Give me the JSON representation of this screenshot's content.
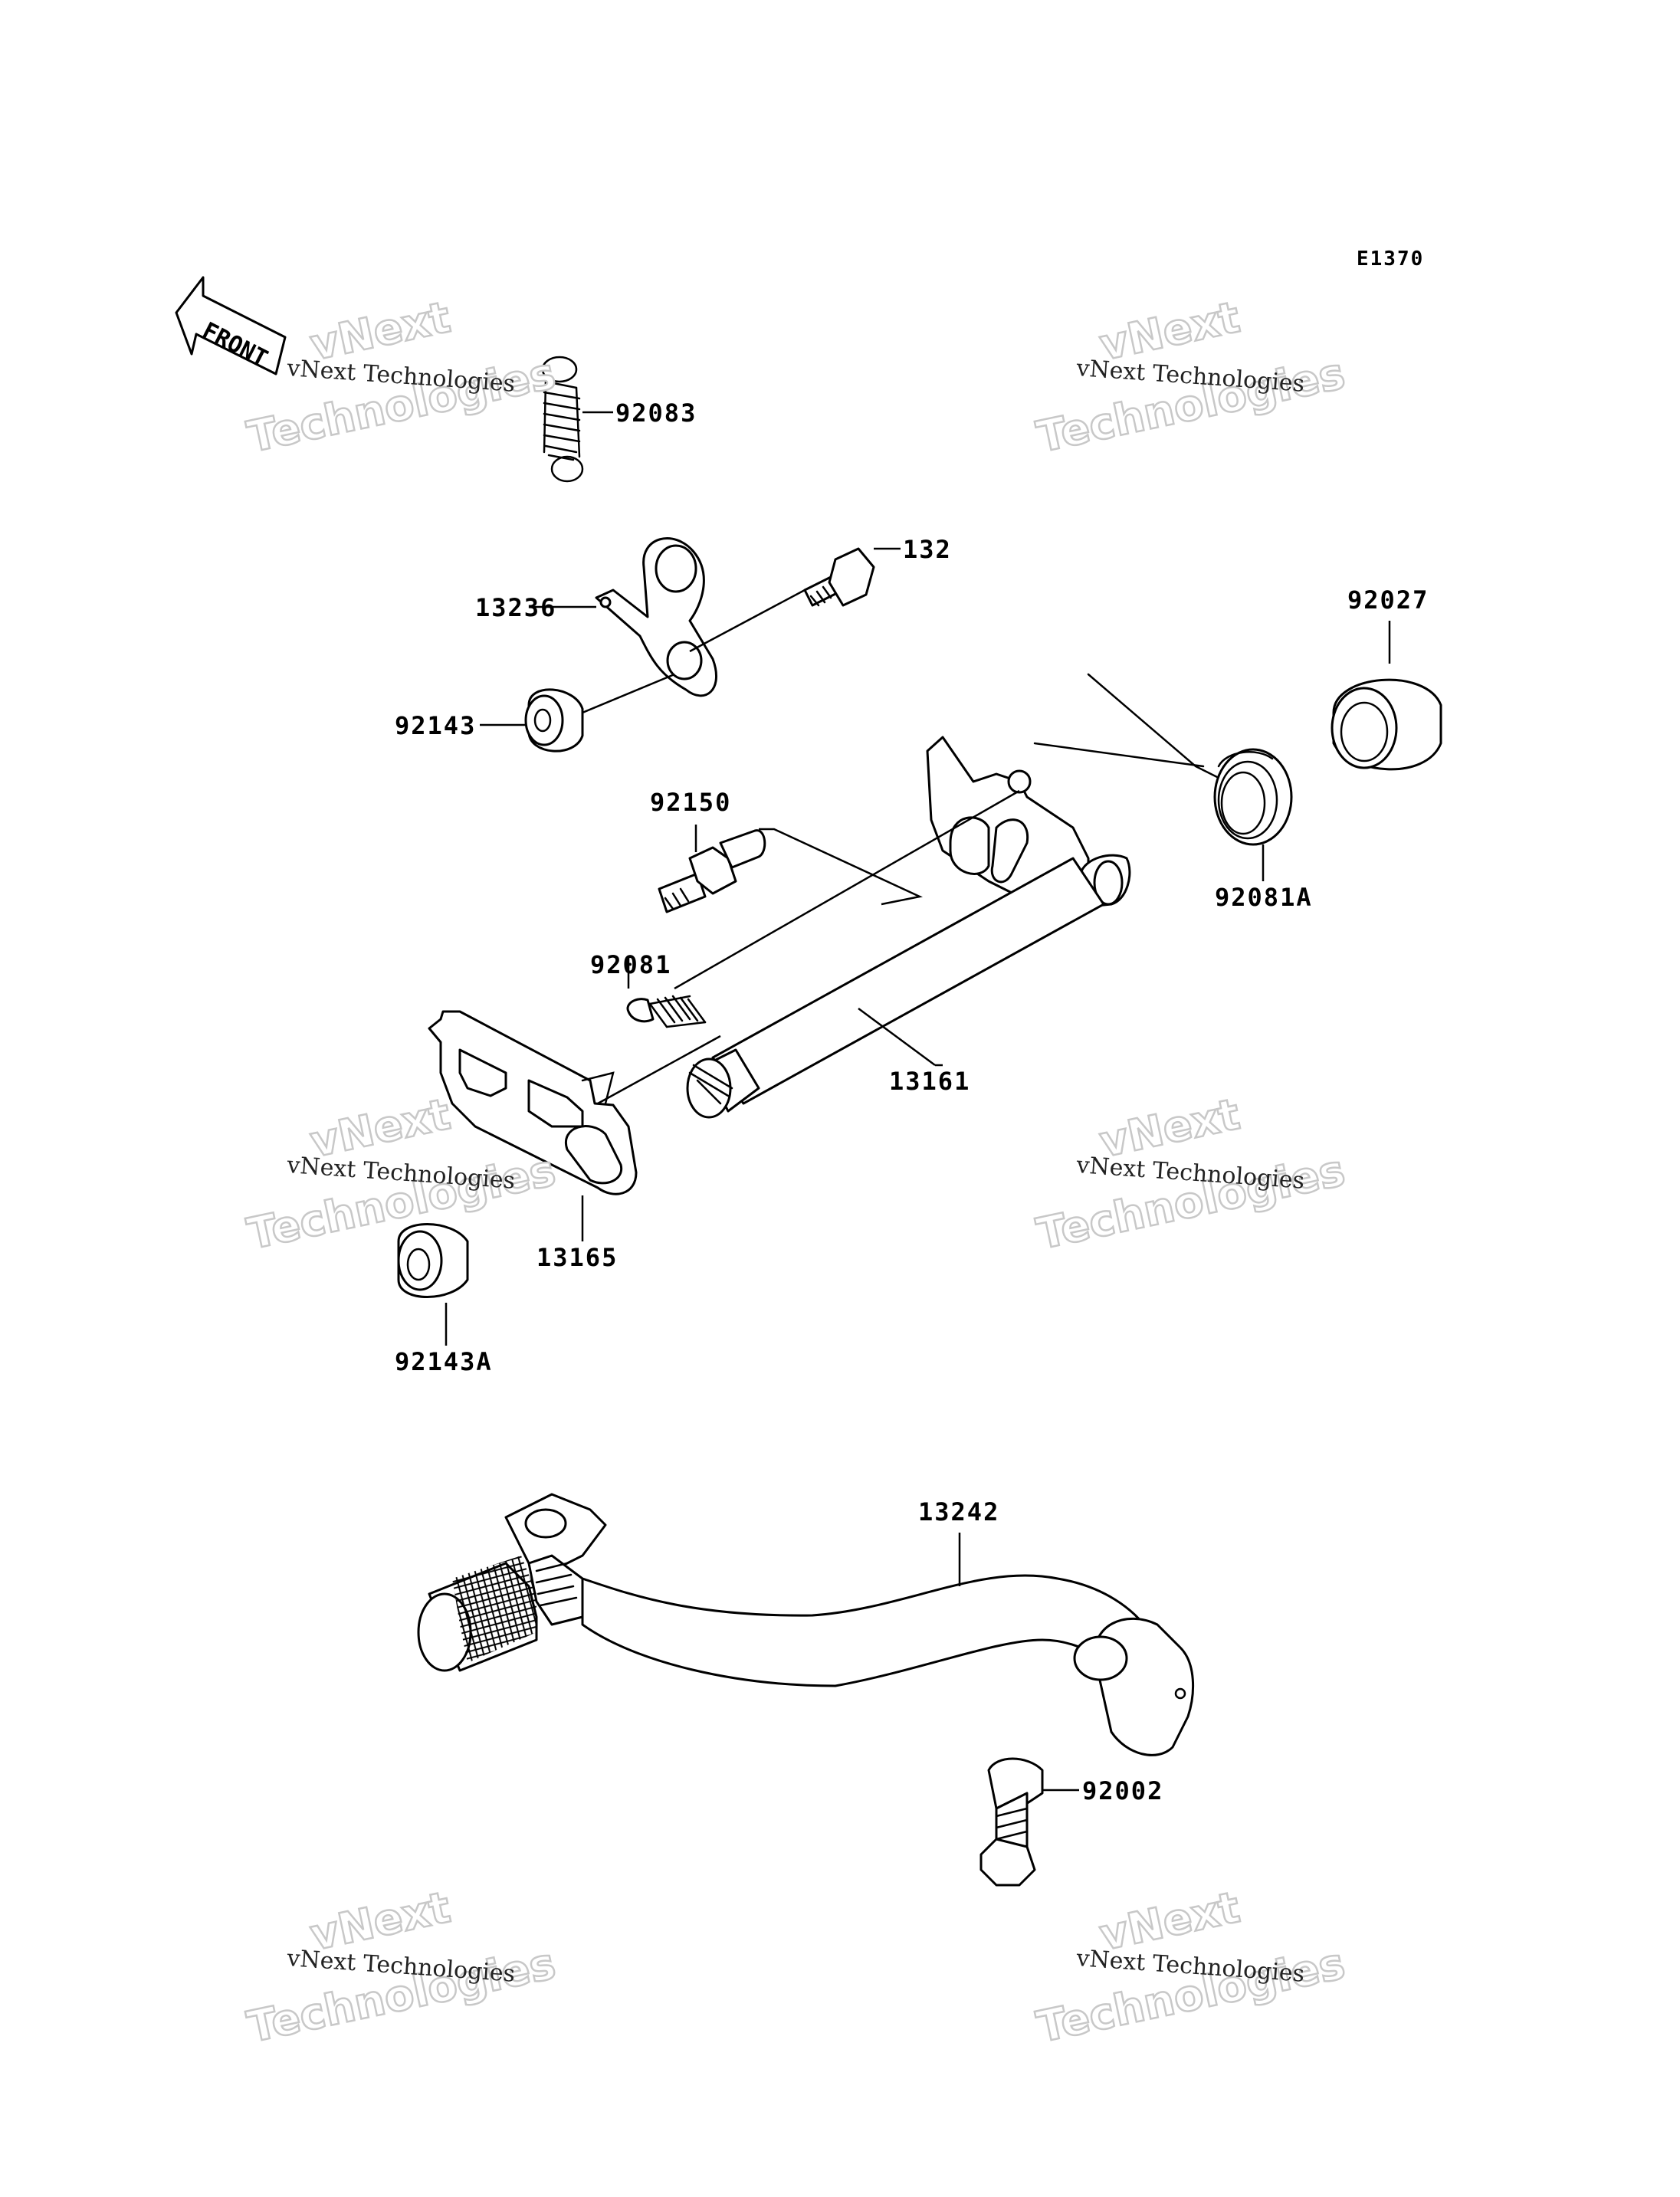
{
  "diagram_code": "E1370",
  "front_label": "FRONT",
  "watermark": {
    "line1": "vNext Technologies",
    "line2_top": "vNext",
    "line2_bottom": "Technologies"
  },
  "parts": [
    {
      "id": "p92083",
      "label": "92083"
    },
    {
      "id": "p132",
      "label": "132"
    },
    {
      "id": "p13236",
      "label": "13236"
    },
    {
      "id": "p92143",
      "label": "92143"
    },
    {
      "id": "p92027",
      "label": "92027"
    },
    {
      "id": "p92150",
      "label": "92150"
    },
    {
      "id": "p92081A",
      "label": "92081A"
    },
    {
      "id": "p92081",
      "label": "92081"
    },
    {
      "id": "p13161",
      "label": "13161"
    },
    {
      "id": "p13165",
      "label": "13165"
    },
    {
      "id": "p92143A",
      "label": "92143A"
    },
    {
      "id": "p13242",
      "label": "13242"
    },
    {
      "id": "p92002",
      "label": "92002"
    }
  ]
}
